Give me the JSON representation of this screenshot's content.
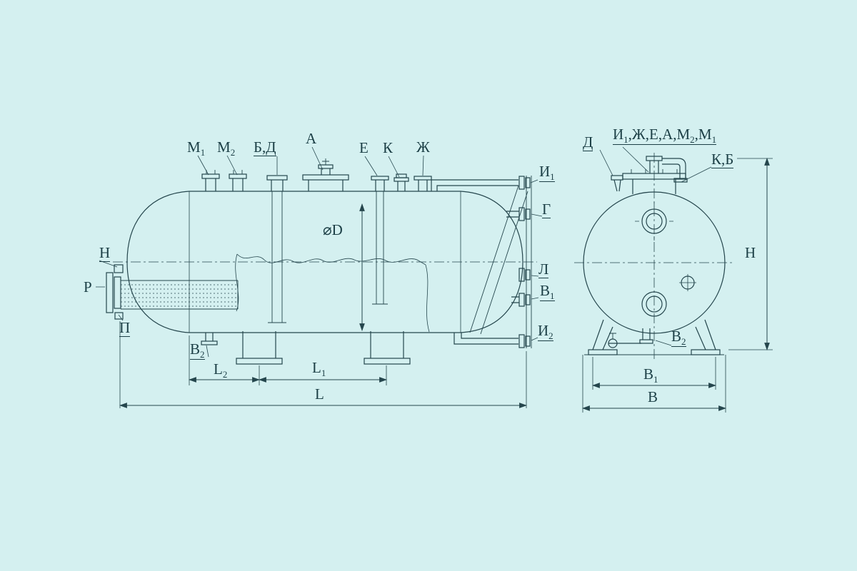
{
  "drawing": {
    "background_color": "#d4f0f0",
    "line_color": "#25464d",
    "type": "horizontal pressure vessel engineering drawing, side view and end view"
  },
  "side_view": {
    "labels": {
      "m1": {
        "t": "М",
        "s": "1"
      },
      "m2": {
        "t": "М",
        "s": "2"
      },
      "bd": {
        "t": "Б,Д"
      },
      "a": {
        "t": "А"
      },
      "e": {
        "t": "Е"
      },
      "k": {
        "t": "К"
      },
      "zh": {
        "t": "Ж"
      },
      "i1": {
        "t": "И",
        "s": "1"
      },
      "g": {
        "t": "Г"
      },
      "l": {
        "t": "Л"
      },
      "v1": {
        "t": "В",
        "s": "1"
      },
      "i2": {
        "t": "И",
        "s": "2"
      },
      "n": {
        "t": "Н"
      },
      "r": {
        "t": "Р"
      },
      "p": {
        "t": "П"
      },
      "v2": {
        "t": "В",
        "s": "2"
      },
      "diameter": {
        "t": "⌀D"
      }
    },
    "dimensions": {
      "l2": {
        "t": "L",
        "s": "2"
      },
      "l1": {
        "t": "L",
        "s": "1"
      },
      "l": {
        "t": "L"
      }
    }
  },
  "end_view": {
    "labels": {
      "top": {
        "p0": "И",
        "s0": "1",
        "p1": ",Ж,Е,А,М",
        "s1": "2",
        "p2": ",М",
        "s2": "1"
      },
      "d": {
        "t": "Д"
      },
      "kb": {
        "t": "К,Б"
      },
      "v2": {
        "t": "В",
        "s": "2"
      }
    },
    "dimensions": {
      "h": {
        "t": "Н"
      },
      "v1": {
        "t": "В",
        "s": "1"
      },
      "v": {
        "t": "В"
      }
    }
  }
}
